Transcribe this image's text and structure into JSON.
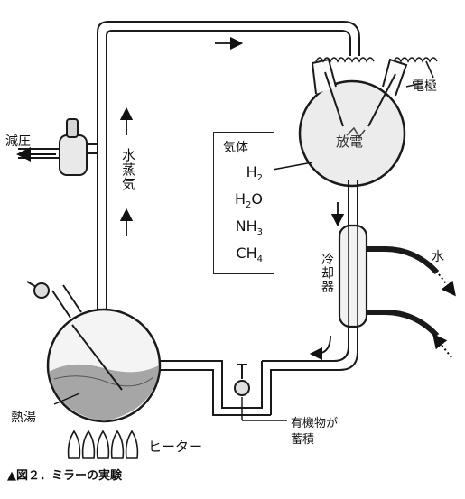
{
  "labels": {
    "steam": "水蒸気",
    "electrodes": "電極",
    "discharge": "放電",
    "reduced_pressure": "減圧",
    "gas_title": "気体",
    "condenser": "冷却器",
    "water": "水",
    "hot_water": "熱湯",
    "heater": "ヒーター",
    "organics_line1": "有機物が",
    "organics_line2": "蓄積",
    "caption": "▲図２．ミラーの実験"
  },
  "gases": [
    {
      "base": "H",
      "sub": "2",
      "tail": ""
    },
    {
      "base": "H",
      "sub": "2",
      "tail": "O"
    },
    {
      "base": "NH",
      "sub": "3",
      "tail": ""
    },
    {
      "base": "CH",
      "sub": "4",
      "tail": ""
    }
  ]
}
